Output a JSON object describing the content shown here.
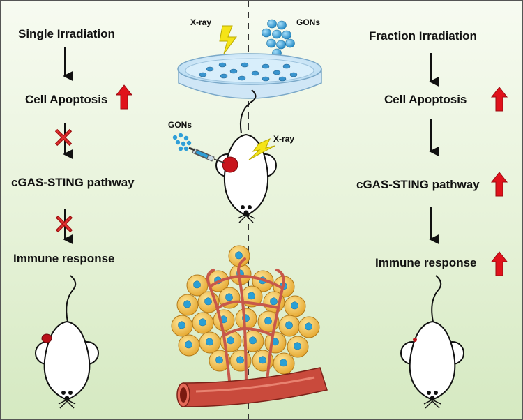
{
  "left": {
    "step1": "Single Irradiation",
    "step2": "Cell Apoptosis",
    "step3": "cGAS-STING pathway",
    "step4": "Immune response"
  },
  "right": {
    "step1": "Fraction Irradiation",
    "step2": "Cell Apoptosis",
    "step3": "cGAS-STING pathway",
    "step4": "Immune response"
  },
  "center": {
    "xray_top": "X-ray",
    "gons_top": "GONs",
    "gons_mid": "GONs",
    "xray_mid": "X-ray"
  },
  "colors": {
    "up_arrow": "#e0121b",
    "cross": "#e03030",
    "gon_blue": "#2f9fd8",
    "tumor_red": "#c8141c",
    "cell_yellow": "#f2c040",
    "vessel": "#c7584a"
  }
}
